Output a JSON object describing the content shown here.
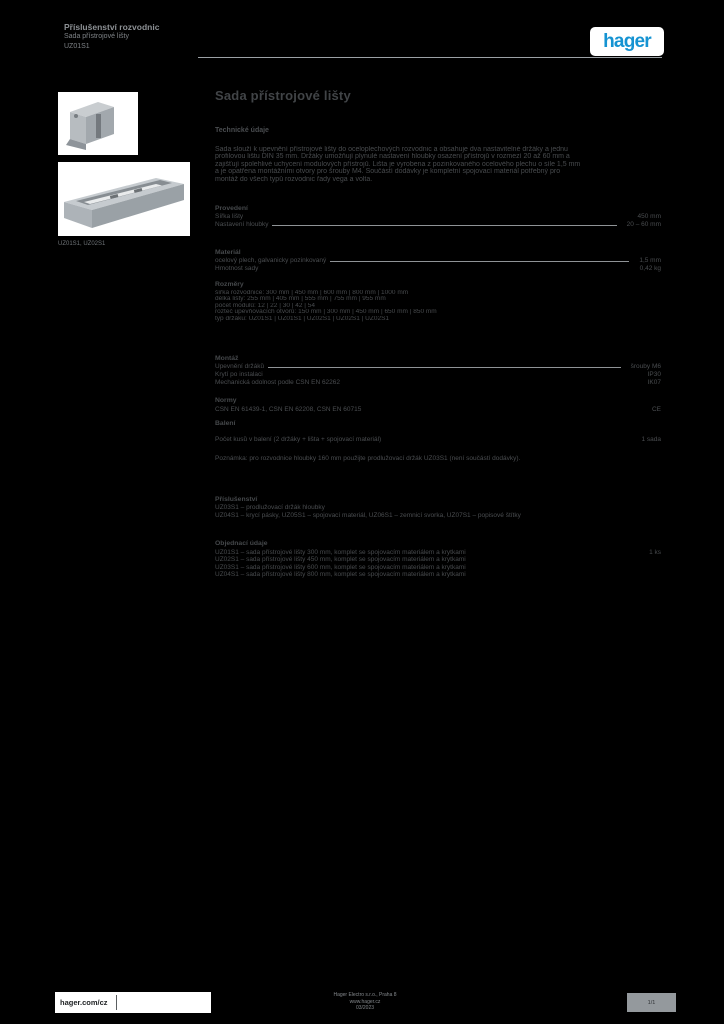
{
  "colors": {
    "logo_blue": "#1593d2",
    "body_text_gray": "#4a4d50",
    "leader_line_gray": "#8f9396",
    "page_background": "#000000"
  },
  "header": {
    "line1": "Příslušenství rozvodnic",
    "line2": "Sada přístrojové lišty",
    "line3": "UZ01S1",
    "logo_text": "hager"
  },
  "left_column": {
    "caption": "UZ01S1, UZ02S1"
  },
  "main": {
    "title": "Sada přístrojové lišty",
    "subtitle": "Technické údaje",
    "intro_lines": [
      "Sada slouží k upevnění přístrojové lišty do oceloplechových rozvodnic a obsahuje dva nastavitelné držáky a jednu",
      "profilovou lištu DIN 35 mm. Držáky umožňují plynulé nastavení hloubky osazení přístrojů v rozmezí 20 až 60 mm a",
      "zajišťují spolehlivé uchycení modulových přístrojů. Lišta je vyrobena z pozinkovaného ocelového plechu o síle 1,5 mm",
      "a je opatřena montážními otvory pro šrouby M4. Součástí dodávky je kompletní spojovací materiál potřebný pro",
      "montáž do všech typů rozvodnic řady vega a volta."
    ],
    "groups": {
      "g1": {
        "heading": "Provedení",
        "rows": [
          {
            "label": "Šířka lišty",
            "value": "450 mm"
          },
          {
            "label": "Nastavení hloubky",
            "value": "20 – 60 mm"
          }
        ]
      },
      "g2": {
        "heading": "Materiál",
        "rows": [
          {
            "label": "ocelový plech, galvanicky pozinkovaný",
            "value": "1,5 mm"
          },
          {
            "label": "Hmotnost sady",
            "value": "0,42 kg"
          }
        ]
      },
      "g3": {
        "heading": "Rozměry",
        "lines": [
          "šířka rozvodnice: 300 mm | 450 mm | 600 mm | 800 mm | 1000 mm",
          "délka lišty: 255 mm | 405 mm | 555 mm | 755 mm | 955 mm",
          "počet modulů: 12 | 22 | 30 | 42 | 54",
          "rozteč upevňovacích otvorů: 150 mm | 300 mm | 450 mm | 650 mm | 850 mm",
          "typ držáku: UZ01S1 | UZ01S1 | UZ02S1 | UZ02S1 | UZ02S1"
        ]
      },
      "g4": {
        "heading": "Montáž",
        "rows": [
          {
            "label": "Upevnění držáků",
            "value": "šrouby M6"
          },
          {
            "label": "Krytí po instalaci",
            "value": "IP30"
          },
          {
            "label": "Mechanická odolnost podle ČSN EN 62262",
            "value": "IK07"
          }
        ]
      },
      "g5": {
        "heading": "Normy",
        "rows": [
          {
            "label": "ČSN EN 61439-1, ČSN EN 62208, ČSN EN 60715",
            "value": "CE"
          }
        ]
      },
      "g6": {
        "heading": "Balení",
        "rows": [
          {
            "label": "Počet kusů v balení (2 držáky + lišta + spojovací materiál)",
            "value": "1 sada"
          }
        ]
      },
      "g7": {
        "note": "Poznámka: pro rozvodnice hloubky 160 mm použijte prodlužovací držák UZ03S1 (není součástí dodávky)."
      },
      "g8": {
        "heading": "Příslušenství",
        "line1": "UZ03S1 – prodlužovací držák hloubky",
        "line2": "UZ04S1 – krycí pásky, UZ05S1 – spojovací materiál, UZ06S1 – zemnicí svorka, UZ07S1 – popisové štítky"
      },
      "g9": {
        "heading": "Objednací údaje",
        "first": {
          "label": "UZ01S1 – sada přístrojové lišty 300 mm, komplet se spojovacím materiálem a krytkami",
          "value": "1 ks"
        },
        "lines": [
          "UZ02S1 – sada přístrojové lišty 450 mm, komplet se spojovacím materiálem a krytkami",
          "UZ03S1 – sada přístrojové lišty 600 mm, komplet se spojovacím materiálem a krytkami",
          "UZ04S1 – sada přístrojové lišty 800 mm, komplet se spojovacím materiálem a krytkami"
        ]
      }
    }
  },
  "footer": {
    "site": "hager.com/cz",
    "center_lines": [
      "Hager Electro s.r.o., Praha 8",
      "www.hager.cz",
      "03/2023"
    ],
    "page_box": "1/1"
  }
}
